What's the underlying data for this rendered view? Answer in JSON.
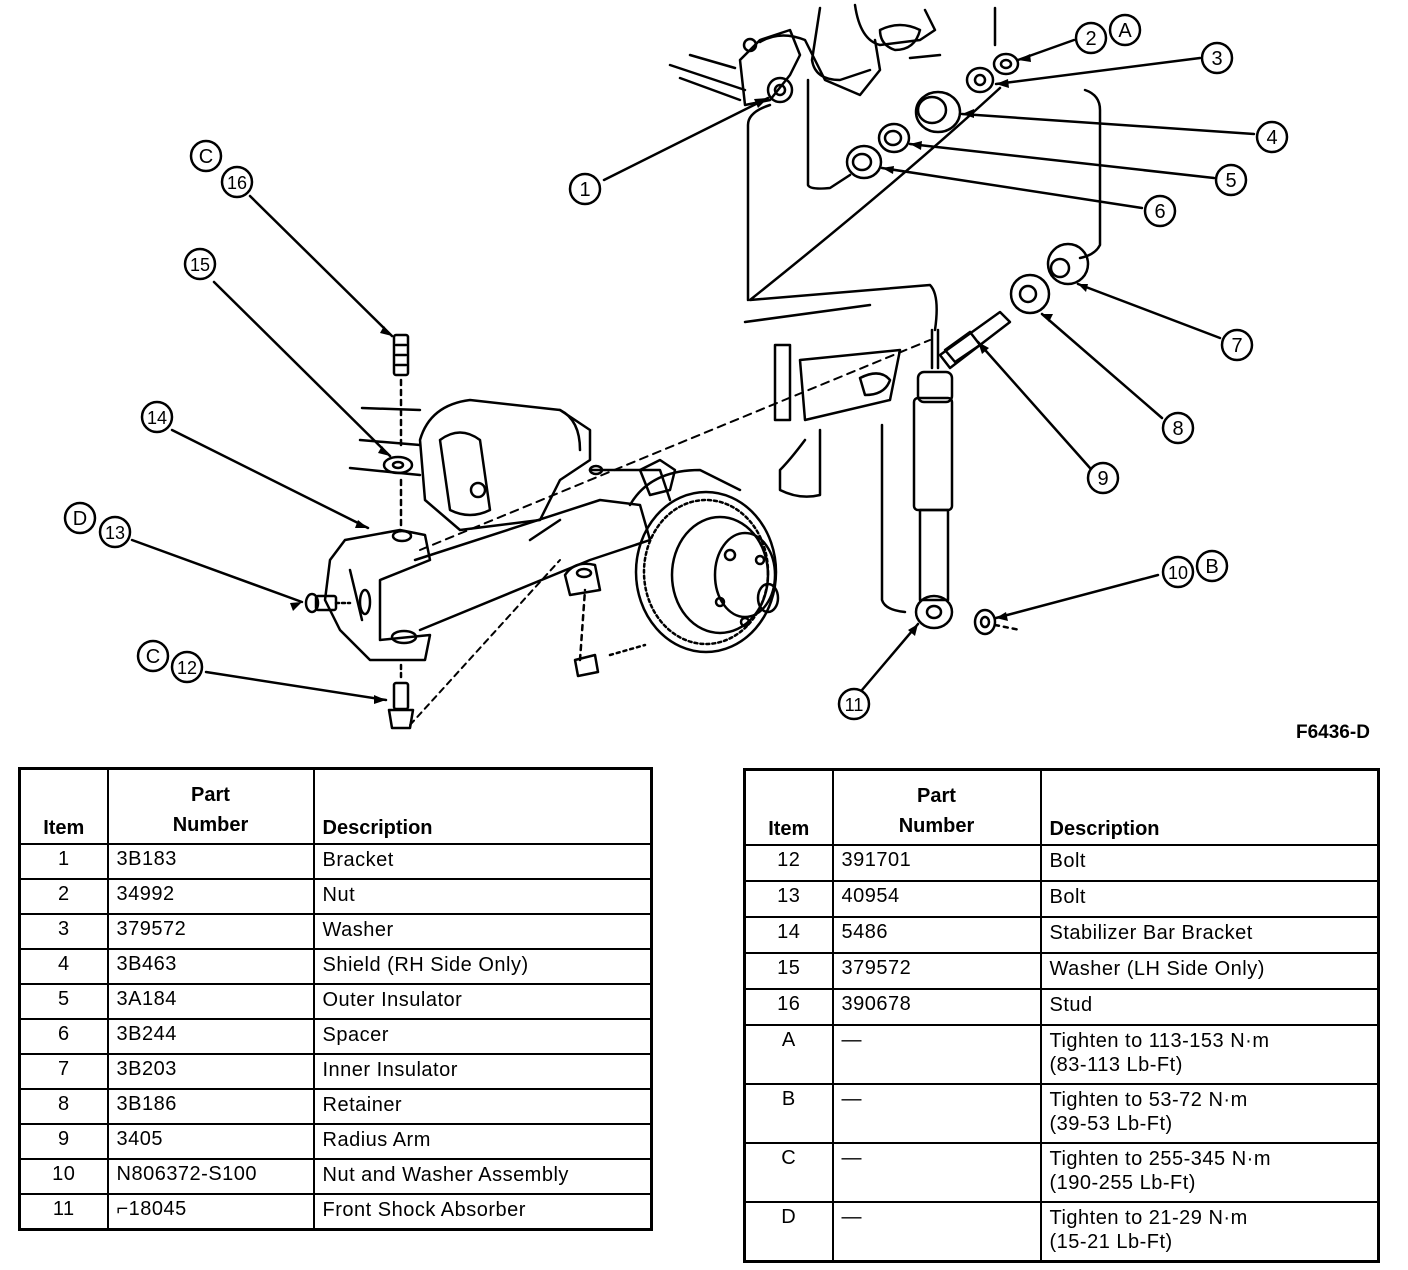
{
  "figure_code": "F6436-D",
  "callouts": {
    "n1": "1",
    "n2": "2",
    "n3": "3",
    "n4": "4",
    "n5": "5",
    "n6": "6",
    "n7": "7",
    "n8": "8",
    "n9": "9",
    "n10": "10",
    "n11": "11",
    "n12": "12",
    "n13": "13",
    "n14": "14",
    "n15": "15",
    "n16": "16",
    "la": "A",
    "lb": "B",
    "lc1": "C",
    "lc2": "C",
    "ld": "D"
  },
  "table_headers": {
    "item": "Item",
    "part_number": "Part\nNumber",
    "description": "Description"
  },
  "parts_left": [
    {
      "item": "1",
      "part_number": "3B183",
      "description": "Bracket"
    },
    {
      "item": "2",
      "part_number": "34992",
      "description": "Nut"
    },
    {
      "item": "3",
      "part_number": "379572",
      "description": "Washer"
    },
    {
      "item": "4",
      "part_number": "3B463",
      "description": "Shield (RH Side Only)"
    },
    {
      "item": "5",
      "part_number": "3A184",
      "description": "Outer Insulator"
    },
    {
      "item": "6",
      "part_number": "3B244",
      "description": "Spacer"
    },
    {
      "item": "7",
      "part_number": "3B203",
      "description": "Inner Insulator"
    },
    {
      "item": "8",
      "part_number": "3B186",
      "description": "Retainer"
    },
    {
      "item": "9",
      "part_number": "3405",
      "description": "Radius Arm"
    },
    {
      "item": "10",
      "part_number": "N806372-S100",
      "description": "Nut and Washer Assembly"
    },
    {
      "item": "11",
      "part_number": "⌐18045",
      "description": "Front Shock Absorber"
    }
  ],
  "parts_right": [
    {
      "item": "12",
      "part_number": "391701",
      "description": "Bolt"
    },
    {
      "item": "13",
      "part_number": "40954",
      "description": "Bolt"
    },
    {
      "item": "14",
      "part_number": "5486",
      "description": "Stabilizer Bar Bracket"
    },
    {
      "item": "15",
      "part_number": "379572",
      "description": "Washer (LH Side Only)"
    },
    {
      "item": "16",
      "part_number": "390678",
      "description": "Stud"
    },
    {
      "item": "A",
      "part_number": "—",
      "description": "Tighten to 113-153 N·m\n(83-113 Lb-Ft)"
    },
    {
      "item": "B",
      "part_number": "—",
      "description": "Tighten to 53-72 N·m\n(39-53 Lb-Ft)"
    },
    {
      "item": "C",
      "part_number": "—",
      "description": "Tighten to 255-345 N·m\n(190-255 Lb-Ft)"
    },
    {
      "item": "D",
      "part_number": "—",
      "description": "Tighten to 21-29 N·m\n(15-21 Lb-Ft)"
    }
  ]
}
